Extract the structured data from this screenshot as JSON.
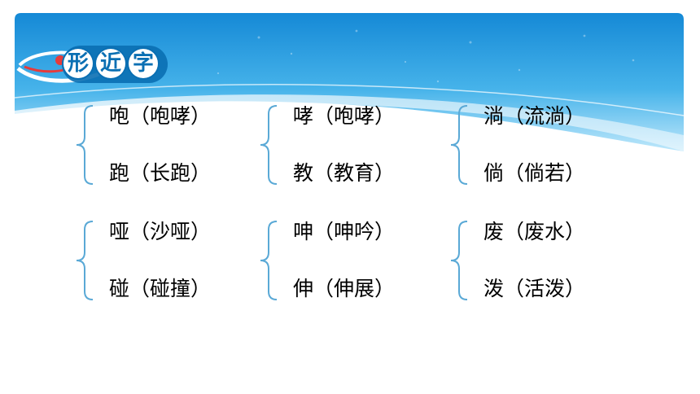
{
  "header": {
    "title_chars": [
      "形",
      "近",
      "字"
    ]
  },
  "colors": {
    "banner_blue": "#1e9be0",
    "banner_light": "#c8ecfb",
    "brace": "#5aa9d6",
    "badge_blue": "#0a6fb3"
  },
  "groups": [
    {
      "top": "咆（咆哮）",
      "bottom": "跑（长跑）"
    },
    {
      "top": "哮（咆哮）",
      "bottom": "教（教育）"
    },
    {
      "top": "淌（流淌）",
      "bottom": "倘（倘若）"
    },
    {
      "top": "哑（沙哑）",
      "bottom": "碰（碰撞）"
    },
    {
      "top": "呻（呻吟）",
      "bottom": "伸（伸展）"
    },
    {
      "top": "废（废水）",
      "bottom": "泼（活泼）"
    }
  ]
}
